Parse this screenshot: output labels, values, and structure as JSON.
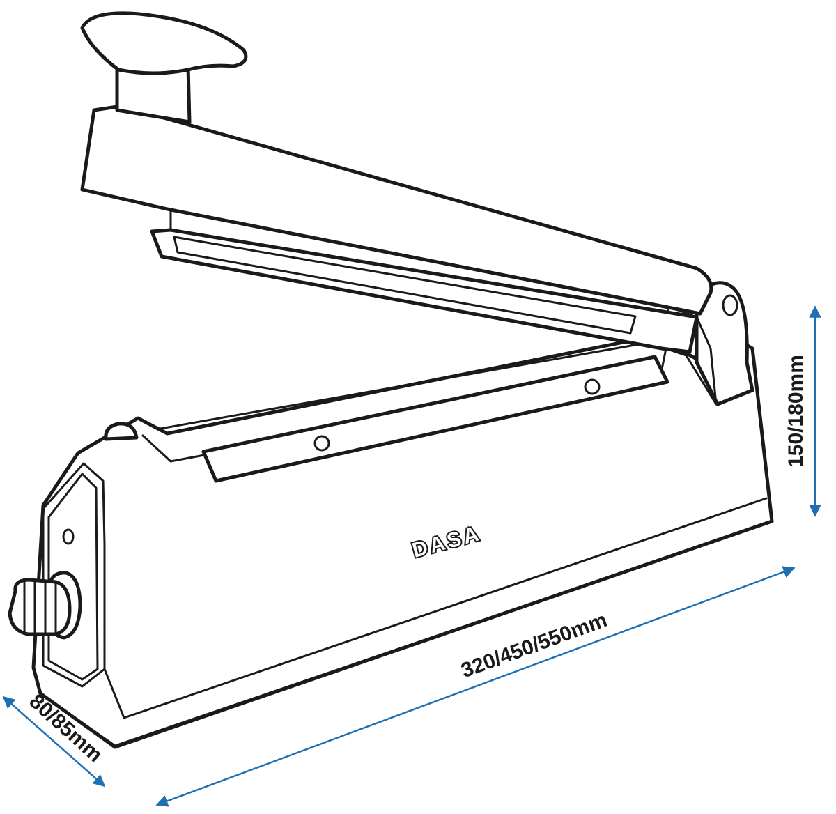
{
  "product": {
    "brand_logo": "DASA"
  },
  "dimensions": {
    "height_label": "150/180mm",
    "length_label": "320/450/550mm",
    "depth_label": "80/85mm"
  },
  "colors": {
    "outline": "#1a1a1a",
    "dimension_arrow": "#1f6fb3",
    "background": "#ffffff"
  },
  "icons": {
    "arrowhead": "triangle-arrowhead"
  }
}
